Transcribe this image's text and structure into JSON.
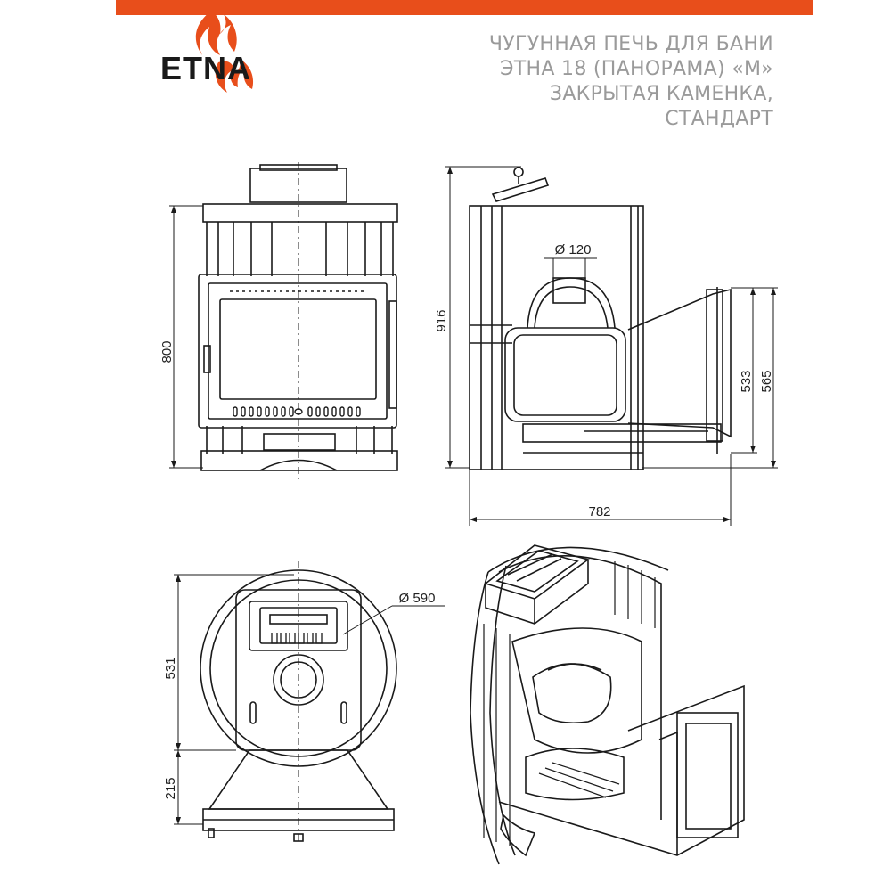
{
  "brand": {
    "name": "ETNA",
    "accent_color": "#e84e1b"
  },
  "title": {
    "lines": [
      "ЧУГУННАЯ ПЕЧЬ ДЛЯ БАНИ",
      "ЭТНА 18  (ПАНОРАМА) «М»",
      "ЗАКРЫТАЯ КАМЕНКА,",
      "СТАНДАРТ"
    ]
  },
  "dimensions": {
    "front_height": "800",
    "side_total_height": "916",
    "pipe_diameter": "Ø 120",
    "side_door_height_inner": "533",
    "side_door_height_outer": "565",
    "side_depth": "782",
    "top_diameter": "Ø 590",
    "top_body_depth": "531",
    "top_tunnel_depth": "215"
  }
}
